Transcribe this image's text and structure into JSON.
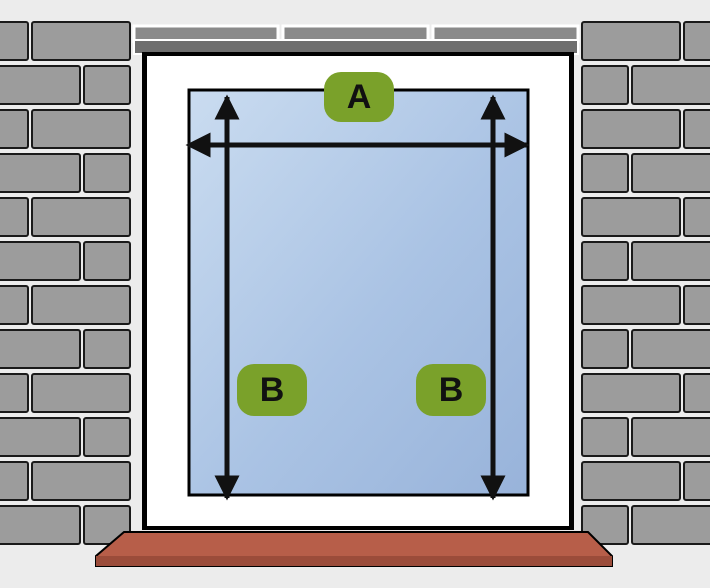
{
  "diagram": {
    "labels": {
      "width_label": "A",
      "height_label_left": "B",
      "height_label_right": "B"
    },
    "colors": {
      "brick": "#9c9c9c",
      "mortar": "#ffffff",
      "frame": "#ffffff",
      "glass_light": "#cadcf0",
      "glass_dark": "#98b3da",
      "sill": "#b75e49",
      "badge": "#7aa12a",
      "arrow": "#111111"
    }
  }
}
